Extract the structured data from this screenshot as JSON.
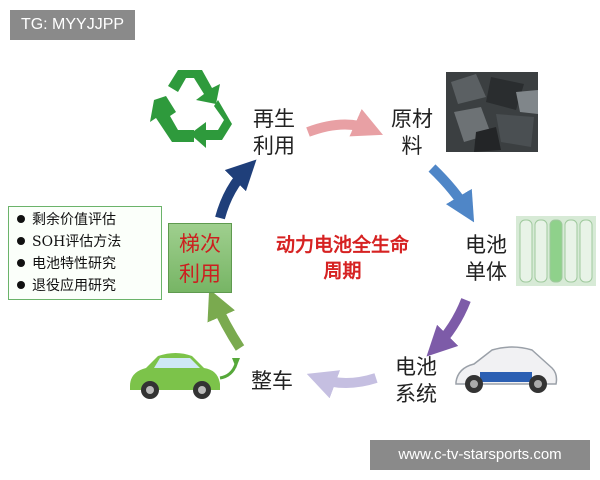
{
  "watermark_top": "TG: MYYJJPP",
  "watermark_bottom": "www.c-tv-starsports.com",
  "center_title": [
    "动力电池全生命",
    "周期"
  ],
  "stages": {
    "recycle": [
      "再生",
      "利用"
    ],
    "raw": [
      "原材",
      "料"
    ],
    "cell": [
      "电池",
      "单体"
    ],
    "system": [
      "电池",
      "系统"
    ],
    "vehicle": [
      "整车"
    ],
    "ladder": [
      "梯次",
      "利用"
    ]
  },
  "ladder_items": [
    "剩余价值评估",
    "SOH评估方法",
    "电池特性研究",
    "退役应用研究"
  ],
  "colors": {
    "recycle_green": "#2e9a3c",
    "arrow_pink": "#e8a0a4",
    "arrow_blue": "#4f86c7",
    "arrow_purple": "#7d5ba8",
    "arrow_lavender": "#c5bfe1",
    "arrow_green": "#7aaa4f",
    "arrow_navy": "#1f3f7a",
    "title_red": "#d62222"
  },
  "icons": [
    "recycle-icon",
    "raw-material-photo",
    "battery-cells-photo",
    "battery-system-car-photo",
    "electric-car-icon"
  ]
}
